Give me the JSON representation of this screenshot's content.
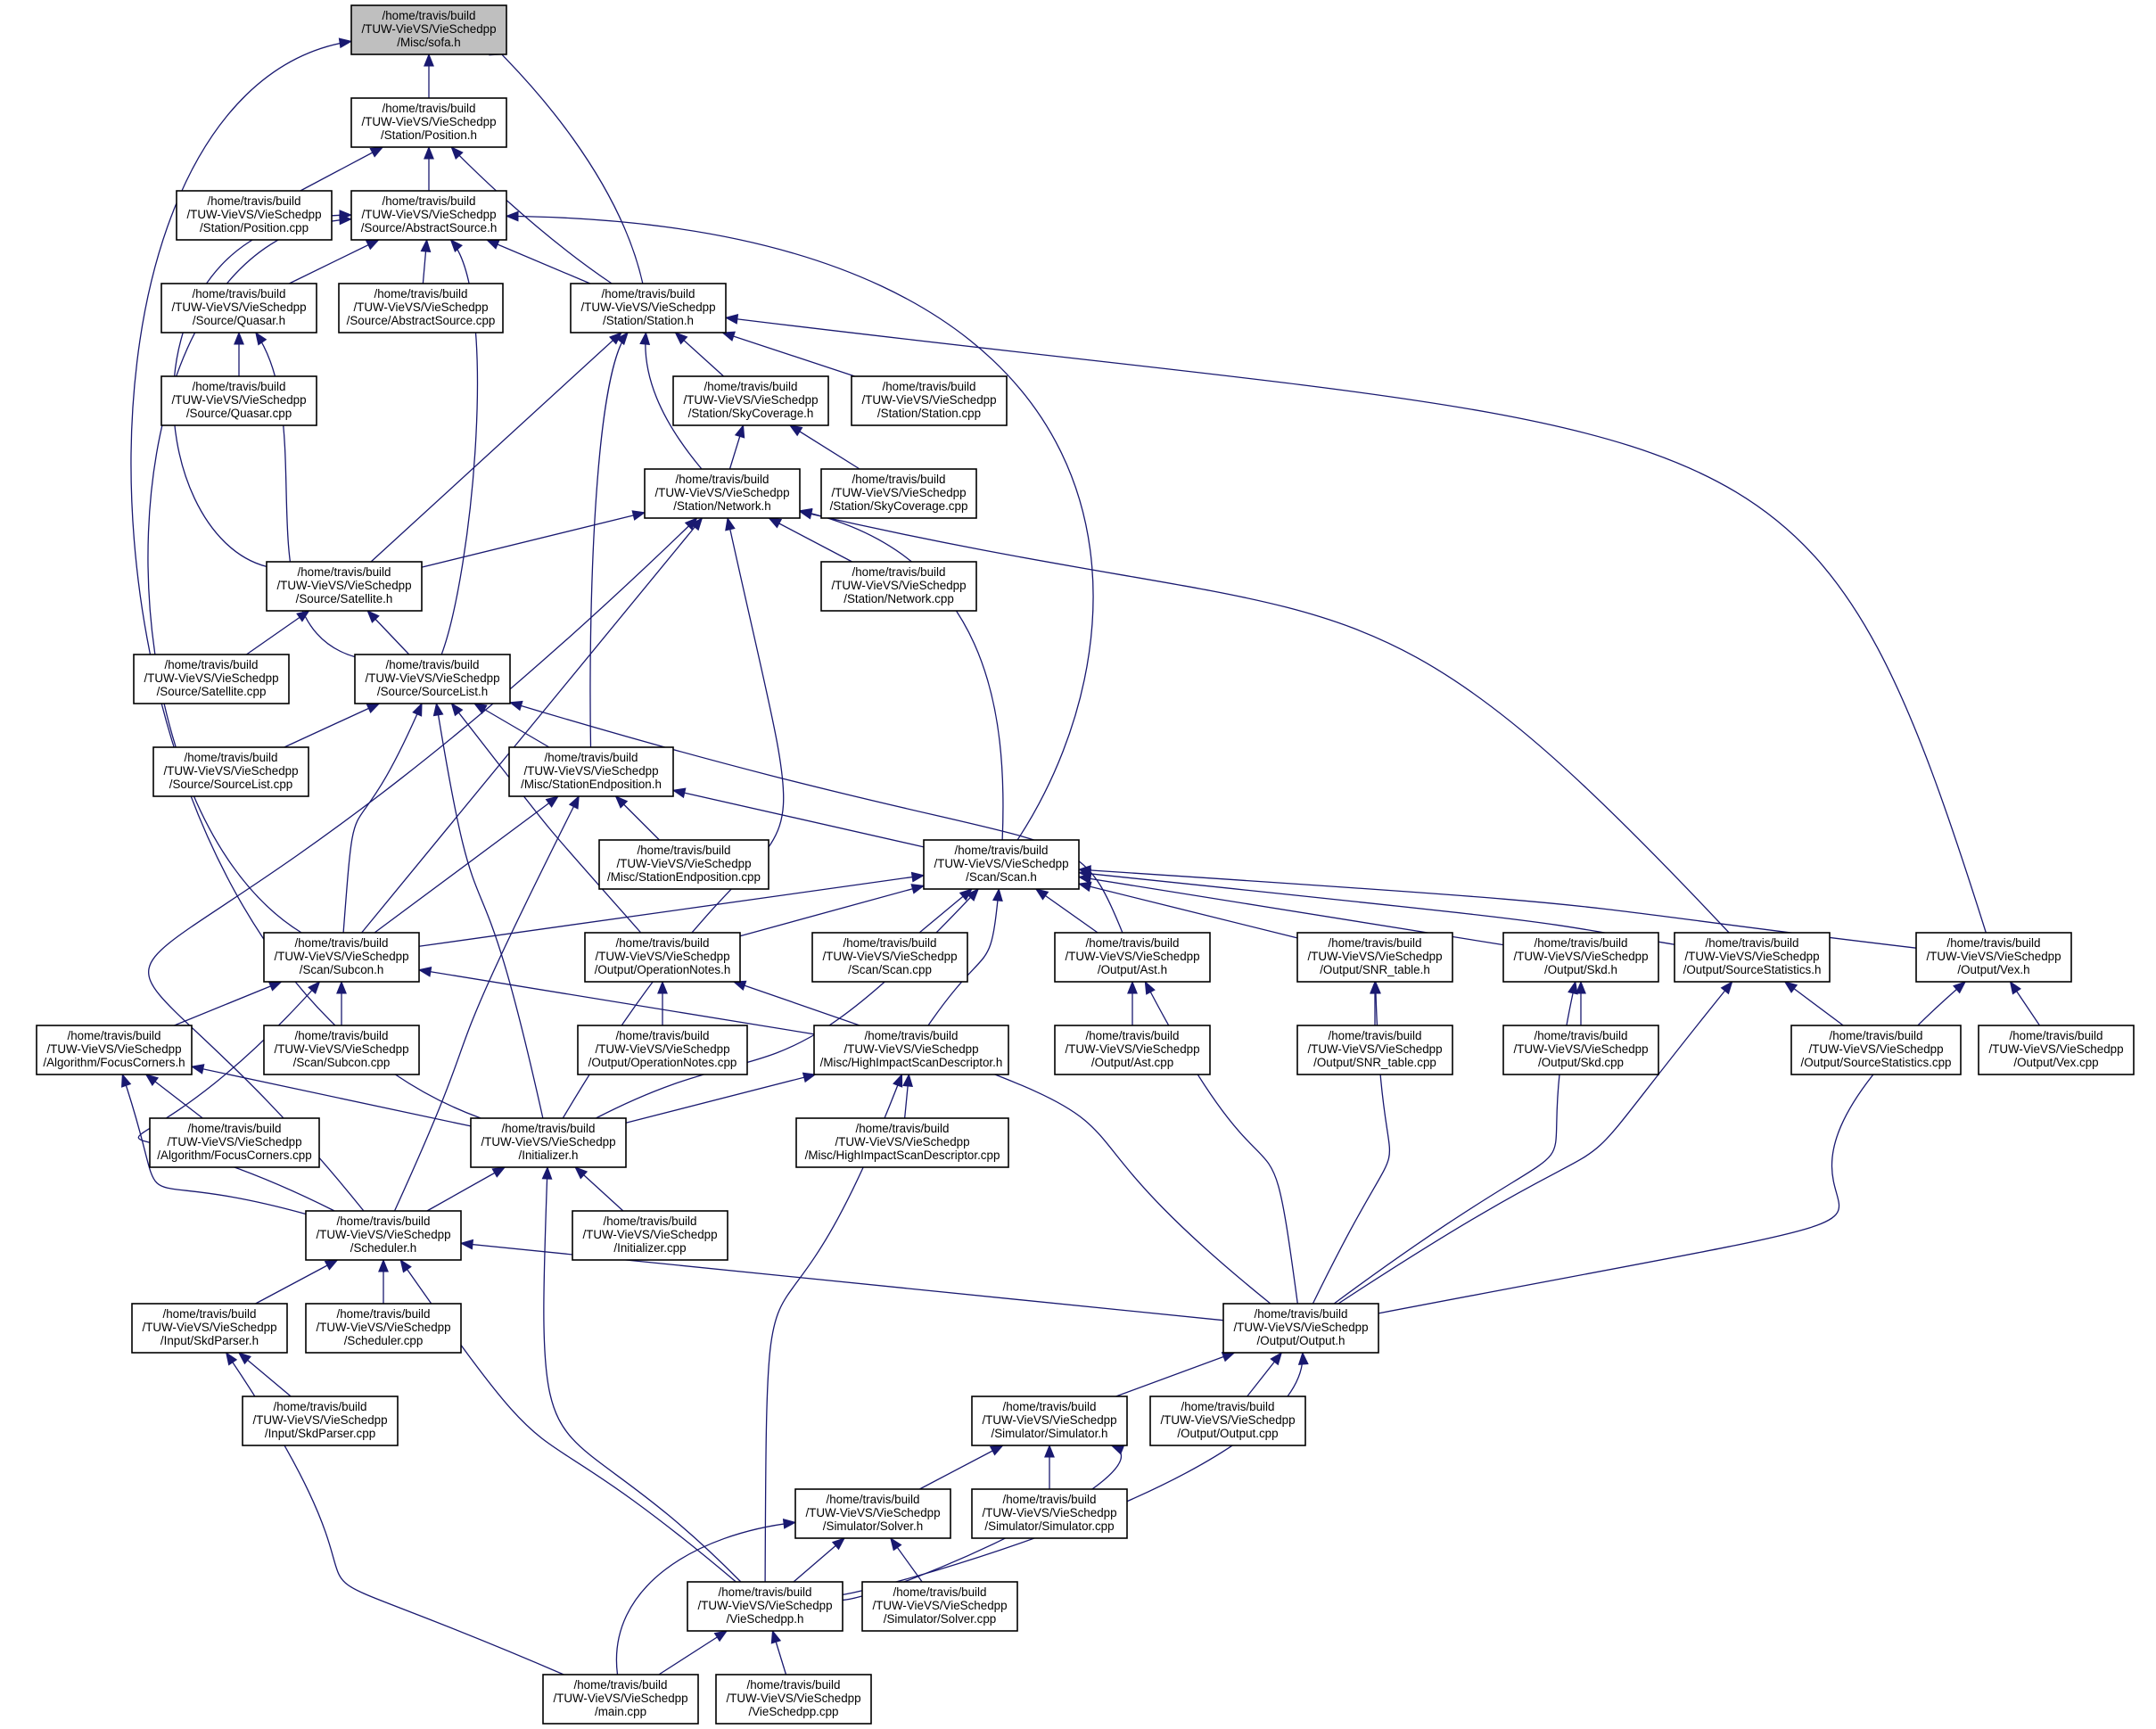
{
  "colors": {
    "node_fill": "#ffffff",
    "root_fill": "#bfbfbf",
    "border": "#000000",
    "edge": "#191970"
  },
  "nodes": [
    {
      "id": "sofa",
      "lines": [
        "/home/travis/build",
        "/TUW-VieVS/VieSchedpp",
        "/Misc/sofa.h"
      ],
      "root": true
    },
    {
      "id": "position_h",
      "lines": [
        "/home/travis/build",
        "/TUW-VieVS/VieSchedpp",
        "/Station/Position.h"
      ]
    },
    {
      "id": "position_cpp",
      "lines": [
        "/home/travis/build",
        "/TUW-VieVS/VieSchedpp",
        "/Station/Position.cpp"
      ]
    },
    {
      "id": "abstractsource_h",
      "lines": [
        "/home/travis/build",
        "/TUW-VieVS/VieSchedpp",
        "/Source/AbstractSource.h"
      ]
    },
    {
      "id": "quasar_h",
      "lines": [
        "/home/travis/build",
        "/TUW-VieVS/VieSchedpp",
        "/Source/Quasar.h"
      ]
    },
    {
      "id": "abstractsource_cpp",
      "lines": [
        "/home/travis/build",
        "/TUW-VieVS/VieSchedpp",
        "/Source/AbstractSource.cpp"
      ]
    },
    {
      "id": "station_h",
      "lines": [
        "/home/travis/build",
        "/TUW-VieVS/VieSchedpp",
        "/Station/Station.h"
      ]
    },
    {
      "id": "quasar_cpp",
      "lines": [
        "/home/travis/build",
        "/TUW-VieVS/VieSchedpp",
        "/Source/Quasar.cpp"
      ]
    },
    {
      "id": "skycoverage_h",
      "lines": [
        "/home/travis/build",
        "/TUW-VieVS/VieSchedpp",
        "/Station/SkyCoverage.h"
      ]
    },
    {
      "id": "station_cpp",
      "lines": [
        "/home/travis/build",
        "/TUW-VieVS/VieSchedpp",
        "/Station/Station.cpp"
      ]
    },
    {
      "id": "network_h",
      "lines": [
        "/home/travis/build",
        "/TUW-VieVS/VieSchedpp",
        "/Station/Network.h"
      ]
    },
    {
      "id": "skycoverage_cpp",
      "lines": [
        "/home/travis/build",
        "/TUW-VieVS/VieSchedpp",
        "/Station/SkyCoverage.cpp"
      ]
    },
    {
      "id": "satellite_h",
      "lines": [
        "/home/travis/build",
        "/TUW-VieVS/VieSchedpp",
        "/Source/Satellite.h"
      ]
    },
    {
      "id": "network_cpp",
      "lines": [
        "/home/travis/build",
        "/TUW-VieVS/VieSchedpp",
        "/Station/Network.cpp"
      ]
    },
    {
      "id": "satellite_cpp",
      "lines": [
        "/home/travis/build",
        "/TUW-VieVS/VieSchedpp",
        "/Source/Satellite.cpp"
      ]
    },
    {
      "id": "sourcelist_h",
      "lines": [
        "/home/travis/build",
        "/TUW-VieVS/VieSchedpp",
        "/Source/SourceList.h"
      ]
    },
    {
      "id": "sourcelist_cpp",
      "lines": [
        "/home/travis/build",
        "/TUW-VieVS/VieSchedpp",
        "/Source/SourceList.cpp"
      ]
    },
    {
      "id": "stationendposition_h",
      "lines": [
        "/home/travis/build",
        "/TUW-VieVS/VieSchedpp",
        "/Misc/StationEndposition.h"
      ]
    },
    {
      "id": "stationendposition_cpp",
      "lines": [
        "/home/travis/build",
        "/TUW-VieVS/VieSchedpp",
        "/Misc/StationEndposition.cpp"
      ]
    },
    {
      "id": "scan_h",
      "lines": [
        "/home/travis/build",
        "/TUW-VieVS/VieSchedpp",
        "/Scan/Scan.h"
      ]
    },
    {
      "id": "subcon_h",
      "lines": [
        "/home/travis/build",
        "/TUW-VieVS/VieSchedpp",
        "/Scan/Subcon.h"
      ]
    },
    {
      "id": "operationnotes_h",
      "lines": [
        "/home/travis/build",
        "/TUW-VieVS/VieSchedpp",
        "/Output/OperationNotes.h"
      ]
    },
    {
      "id": "scan_cpp",
      "lines": [
        "/home/travis/build",
        "/TUW-VieVS/VieSchedpp",
        "/Scan/Scan.cpp"
      ]
    },
    {
      "id": "ast_h",
      "lines": [
        "/home/travis/build",
        "/TUW-VieVS/VieSchedpp",
        "/Output/Ast.h"
      ]
    },
    {
      "id": "snr_table_h",
      "lines": [
        "/home/travis/build",
        "/TUW-VieVS/VieSchedpp",
        "/Output/SNR_table.h"
      ]
    },
    {
      "id": "skd_h",
      "lines": [
        "/home/travis/build",
        "/TUW-VieVS/VieSchedpp",
        "/Output/Skd.h"
      ]
    },
    {
      "id": "sourcestatistics_h",
      "lines": [
        "/home/travis/build",
        "/TUW-VieVS/VieSchedpp",
        "/Output/SourceStatistics.h"
      ]
    },
    {
      "id": "vex_h",
      "lines": [
        "/home/travis/build",
        "/TUW-VieVS/VieSchedpp",
        "/Output/Vex.h"
      ]
    },
    {
      "id": "focuscorners_h",
      "lines": [
        "/home/travis/build",
        "/TUW-VieVS/VieSchedpp",
        "/Algorithm/FocusCorners.h"
      ]
    },
    {
      "id": "subcon_cpp",
      "lines": [
        "/home/travis/build",
        "/TUW-VieVS/VieSchedpp",
        "/Scan/Subcon.cpp"
      ]
    },
    {
      "id": "operationnotes_cpp",
      "lines": [
        "/home/travis/build",
        "/TUW-VieVS/VieSchedpp",
        "/Output/OperationNotes.cpp"
      ]
    },
    {
      "id": "highimpact_h",
      "lines": [
        "/home/travis/build",
        "/TUW-VieVS/VieSchedpp",
        "/Misc/HighImpactScanDescriptor.h"
      ]
    },
    {
      "id": "ast_cpp",
      "lines": [
        "/home/travis/build",
        "/TUW-VieVS/VieSchedpp",
        "/Output/Ast.cpp"
      ]
    },
    {
      "id": "snr_table_cpp",
      "lines": [
        "/home/travis/build",
        "/TUW-VieVS/VieSchedpp",
        "/Output/SNR_table.cpp"
      ]
    },
    {
      "id": "skd_cpp",
      "lines": [
        "/home/travis/build",
        "/TUW-VieVS/VieSchedpp",
        "/Output/Skd.cpp"
      ]
    },
    {
      "id": "sourcestatistics_cpp",
      "lines": [
        "/home/travis/build",
        "/TUW-VieVS/VieSchedpp",
        "/Output/SourceStatistics.cpp"
      ]
    },
    {
      "id": "vex_cpp",
      "lines": [
        "/home/travis/build",
        "/TUW-VieVS/VieSchedpp",
        "/Output/Vex.cpp"
      ]
    },
    {
      "id": "focuscorners_cpp",
      "lines": [
        "/home/travis/build",
        "/TUW-VieVS/VieSchedpp",
        "/Algorithm/FocusCorners.cpp"
      ]
    },
    {
      "id": "initializer_h",
      "lines": [
        "/home/travis/build",
        "/TUW-VieVS/VieSchedpp",
        "/Initializer.h"
      ]
    },
    {
      "id": "highimpact_cpp",
      "lines": [
        "/home/travis/build",
        "/TUW-VieVS/VieSchedpp",
        "/Misc/HighImpactScanDescriptor.cpp"
      ]
    },
    {
      "id": "scheduler_h",
      "lines": [
        "/home/travis/build",
        "/TUW-VieVS/VieSchedpp",
        "/Scheduler.h"
      ]
    },
    {
      "id": "initializer_cpp",
      "lines": [
        "/home/travis/build",
        "/TUW-VieVS/VieSchedpp",
        "/Initializer.cpp"
      ]
    },
    {
      "id": "skdparser_h",
      "lines": [
        "/home/travis/build",
        "/TUW-VieVS/VieSchedpp",
        "/Input/SkdParser.h"
      ]
    },
    {
      "id": "scheduler_cpp",
      "lines": [
        "/home/travis/build",
        "/TUW-VieVS/VieSchedpp",
        "/Scheduler.cpp"
      ]
    },
    {
      "id": "output_h",
      "lines": [
        "/home/travis/build",
        "/TUW-VieVS/VieSchedpp",
        "/Output/Output.h"
      ]
    },
    {
      "id": "skdparser_cpp",
      "lines": [
        "/home/travis/build",
        "/TUW-VieVS/VieSchedpp",
        "/Input/SkdParser.cpp"
      ]
    },
    {
      "id": "simulator_h",
      "lines": [
        "/home/travis/build",
        "/TUW-VieVS/VieSchedpp",
        "/Simulator/Simulator.h"
      ]
    },
    {
      "id": "output_cpp",
      "lines": [
        "/home/travis/build",
        "/TUW-VieVS/VieSchedpp",
        "/Output/Output.cpp"
      ]
    },
    {
      "id": "solver_h",
      "lines": [
        "/home/travis/build",
        "/TUW-VieVS/VieSchedpp",
        "/Simulator/Solver.h"
      ]
    },
    {
      "id": "simulator_cpp",
      "lines": [
        "/home/travis/build",
        "/TUW-VieVS/VieSchedpp",
        "/Simulator/Simulator.cpp"
      ]
    },
    {
      "id": "vieschedpp_h",
      "lines": [
        "/home/travis/build",
        "/TUW-VieVS/VieSchedpp",
        "/VieSchedpp.h"
      ]
    },
    {
      "id": "solver_cpp",
      "lines": [
        "/home/travis/build",
        "/TUW-VieVS/VieSchedpp",
        "/Simulator/Solver.cpp"
      ]
    },
    {
      "id": "main_cpp",
      "lines": [
        "/home/travis/build",
        "/TUW-VieVS/VieSchedpp",
        "/main.cpp"
      ]
    },
    {
      "id": "vieschedpp_cpp",
      "lines": [
        "/home/travis/build",
        "/TUW-VieVS/VieSchedpp",
        "/VieSchedpp.cpp"
      ]
    }
  ],
  "edges": [
    [
      "position_h",
      "sofa"
    ],
    [
      "station_h",
      "sofa"
    ],
    [
      "initializer_h",
      "sofa"
    ],
    [
      "position_cpp",
      "position_h"
    ],
    [
      "abstractsource_h",
      "position_h"
    ],
    [
      "station_h",
      "position_h"
    ],
    [
      "quasar_h",
      "abstractsource_h"
    ],
    [
      "abstractsource_cpp",
      "abstractsource_h"
    ],
    [
      "station_h",
      "abstractsource_h"
    ],
    [
      "satellite_h",
      "abstractsource_h"
    ],
    [
      "sourcelist_h",
      "abstractsource_h"
    ],
    [
      "subcon_h",
      "abstractsource_h"
    ],
    [
      "scan_h",
      "abstractsource_h"
    ],
    [
      "quasar_cpp",
      "quasar_h"
    ],
    [
      "sourcelist_h",
      "quasar_h"
    ],
    [
      "skycoverage_h",
      "station_h"
    ],
    [
      "station_cpp",
      "station_h"
    ],
    [
      "network_h",
      "station_h"
    ],
    [
      "satellite_h",
      "station_h"
    ],
    [
      "stationendposition_h",
      "station_h"
    ],
    [
      "vex_h",
      "station_h"
    ],
    [
      "network_h",
      "skycoverage_h"
    ],
    [
      "skycoverage_cpp",
      "skycoverage_h"
    ],
    [
      "satellite_h",
      "network_h"
    ],
    [
      "network_cpp",
      "network_h"
    ],
    [
      "scan_h",
      "network_h"
    ],
    [
      "sourcestatistics_h",
      "network_h"
    ],
    [
      "subcon_h",
      "network_h"
    ],
    [
      "initializer_h",
      "network_h"
    ],
    [
      "scheduler_h",
      "network_h"
    ],
    [
      "satellite_cpp",
      "satellite_h"
    ],
    [
      "sourcelist_h",
      "satellite_h"
    ],
    [
      "sourcelist_cpp",
      "sourcelist_h"
    ],
    [
      "stationendposition_h",
      "sourcelist_h"
    ],
    [
      "subcon_h",
      "sourcelist_h"
    ],
    [
      "operationnotes_h",
      "sourcelist_h"
    ],
    [
      "initializer_h",
      "sourcelist_h"
    ],
    [
      "ast_h",
      "sourcelist_h"
    ],
    [
      "stationendposition_cpp",
      "stationendposition_h"
    ],
    [
      "scan_h",
      "stationendposition_h"
    ],
    [
      "subcon_h",
      "stationendposition_h"
    ],
    [
      "scheduler_h",
      "stationendposition_h"
    ],
    [
      "subcon_h",
      "scan_h"
    ],
    [
      "operationnotes_h",
      "scan_h"
    ],
    [
      "scan_cpp",
      "scan_h"
    ],
    [
      "ast_h",
      "scan_h"
    ],
    [
      "snr_table_h",
      "scan_h"
    ],
    [
      "skd_h",
      "scan_h"
    ],
    [
      "sourcestatistics_h",
      "scan_h"
    ],
    [
      "vex_h",
      "scan_h"
    ],
    [
      "highimpact_h",
      "scan_h"
    ],
    [
      "initializer_h",
      "scan_h"
    ],
    [
      "focuscorners_h",
      "subcon_h"
    ],
    [
      "subcon_cpp",
      "subcon_h"
    ],
    [
      "highimpact_h",
      "subcon_h"
    ],
    [
      "scheduler_h",
      "subcon_h"
    ],
    [
      "operationnotes_cpp",
      "operationnotes_h"
    ],
    [
      "output_h",
      "operationnotes_h"
    ],
    [
      "ast_cpp",
      "ast_h"
    ],
    [
      "output_h",
      "ast_h"
    ],
    [
      "snr_table_cpp",
      "snr_table_h"
    ],
    [
      "output_h",
      "snr_table_h"
    ],
    [
      "skd_cpp",
      "skd_h"
    ],
    [
      "output_h",
      "skd_h"
    ],
    [
      "sourcestatistics_cpp",
      "sourcestatistics_h"
    ],
    [
      "output_h",
      "sourcestatistics_h"
    ],
    [
      "vex_cpp",
      "vex_h"
    ],
    [
      "output_h",
      "vex_h"
    ],
    [
      "focuscorners_cpp",
      "focuscorners_h"
    ],
    [
      "initializer_h",
      "focuscorners_h"
    ],
    [
      "scheduler_h",
      "focuscorners_h"
    ],
    [
      "initializer_h",
      "highimpact_h"
    ],
    [
      "highimpact_cpp",
      "highimpact_h"
    ],
    [
      "vieschedpp_h",
      "highimpact_h"
    ],
    [
      "scheduler_h",
      "initializer_h"
    ],
    [
      "initializer_cpp",
      "initializer_h"
    ],
    [
      "vieschedpp_h",
      "initializer_h"
    ],
    [
      "skdparser_h",
      "scheduler_h"
    ],
    [
      "scheduler_cpp",
      "scheduler_h"
    ],
    [
      "output_h",
      "scheduler_h"
    ],
    [
      "vieschedpp_h",
      "scheduler_h"
    ],
    [
      "skdparser_cpp",
      "skdparser_h"
    ],
    [
      "main_cpp",
      "skdparser_h"
    ],
    [
      "simulator_h",
      "output_h"
    ],
    [
      "output_cpp",
      "output_h"
    ],
    [
      "vieschedpp_h",
      "output_h"
    ],
    [
      "solver_h",
      "simulator_h"
    ],
    [
      "simulator_cpp",
      "simulator_h"
    ],
    [
      "vieschedpp_h",
      "simulator_h"
    ],
    [
      "vieschedpp_h",
      "solver_h"
    ],
    [
      "solver_cpp",
      "solver_h"
    ],
    [
      "main_cpp",
      "solver_h"
    ],
    [
      "main_cpp",
      "vieschedpp_h"
    ],
    [
      "vieschedpp_cpp",
      "vieschedpp_h"
    ]
  ]
}
